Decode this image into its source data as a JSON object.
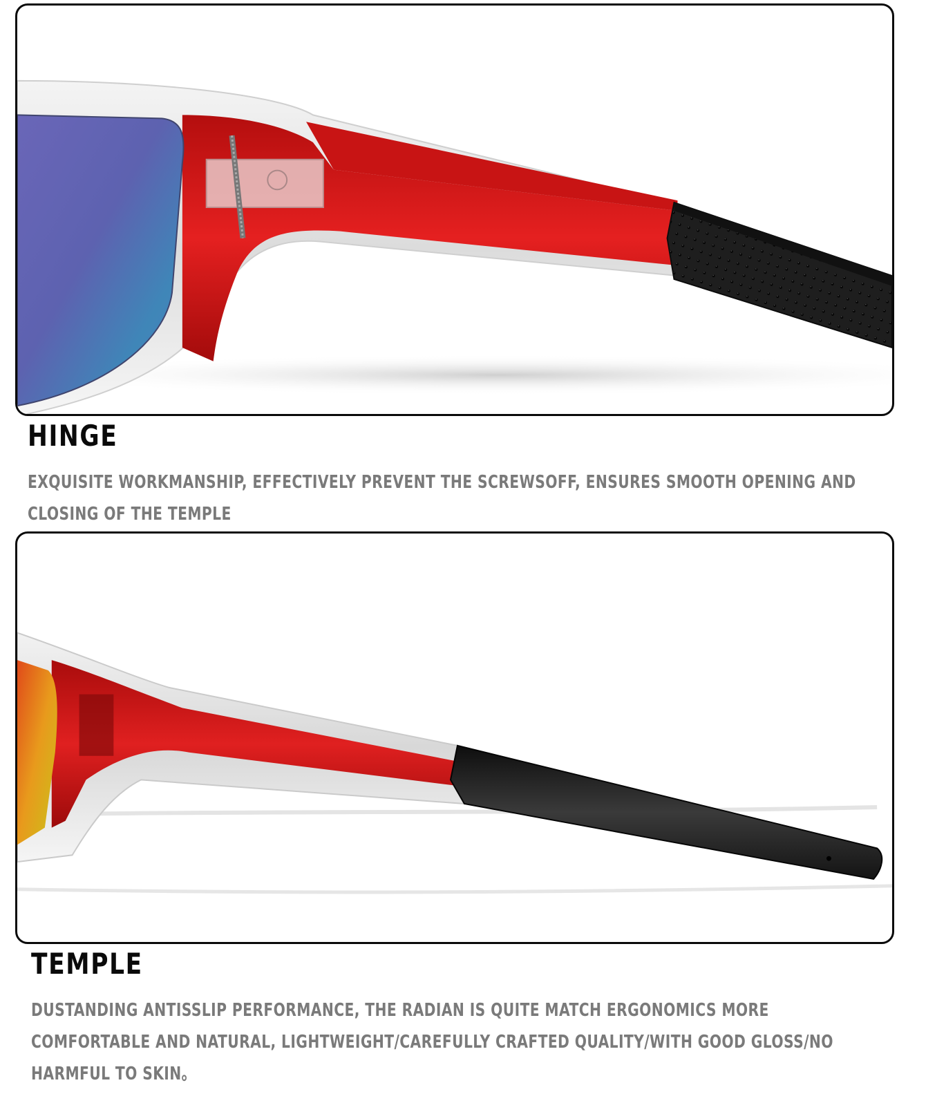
{
  "sections": [
    {
      "id": "hinge",
      "heading": "HINGE",
      "caption_lines": [
        "EXQUISITE WORKMANSHIP,  EFFECTIVELY PREVENT THE SCREWSOFF,  ENSURES SMOOTH OPENING AND",
        "CLOSING OF THE TEMPLE"
      ],
      "image": {
        "subject": "close-up of sunglasses hinge: blue mirrored lens, clear/red frame with screw, black dotted rubber temple grip",
        "lens_color": "#5a5fb0",
        "frame_accent": "#d81b1b",
        "grip_color": "#1c1c1c"
      }
    },
    {
      "id": "temple",
      "heading": "TEMPLE",
      "caption_lines": [
        "DUSTANDING ANTISSLIP PERFORMANCE,  THE RADIAN IS QUITE MATCH ERGONOMICS MORE",
        "COMFORTABLE AND NATURAL,  LIGHTWEIGHT/CAREFULLY CRAFTED QUALITY/WITH GOOD GLOSS/NO",
        "HARMFUL TO SKIN。"
      ],
      "image": {
        "subject": "side view of sunglasses temple arm: orange/red mirrored lens, clear/red frame, black rubber temple tip",
        "lens_color": "#e0561c",
        "frame_accent": "#d81b1b",
        "grip_color": "#1c1c1c"
      }
    }
  ],
  "colors": {
    "heading": "#0a0a0a",
    "caption": "#7a7a7a",
    "panel_border": "#0a0a0a"
  }
}
